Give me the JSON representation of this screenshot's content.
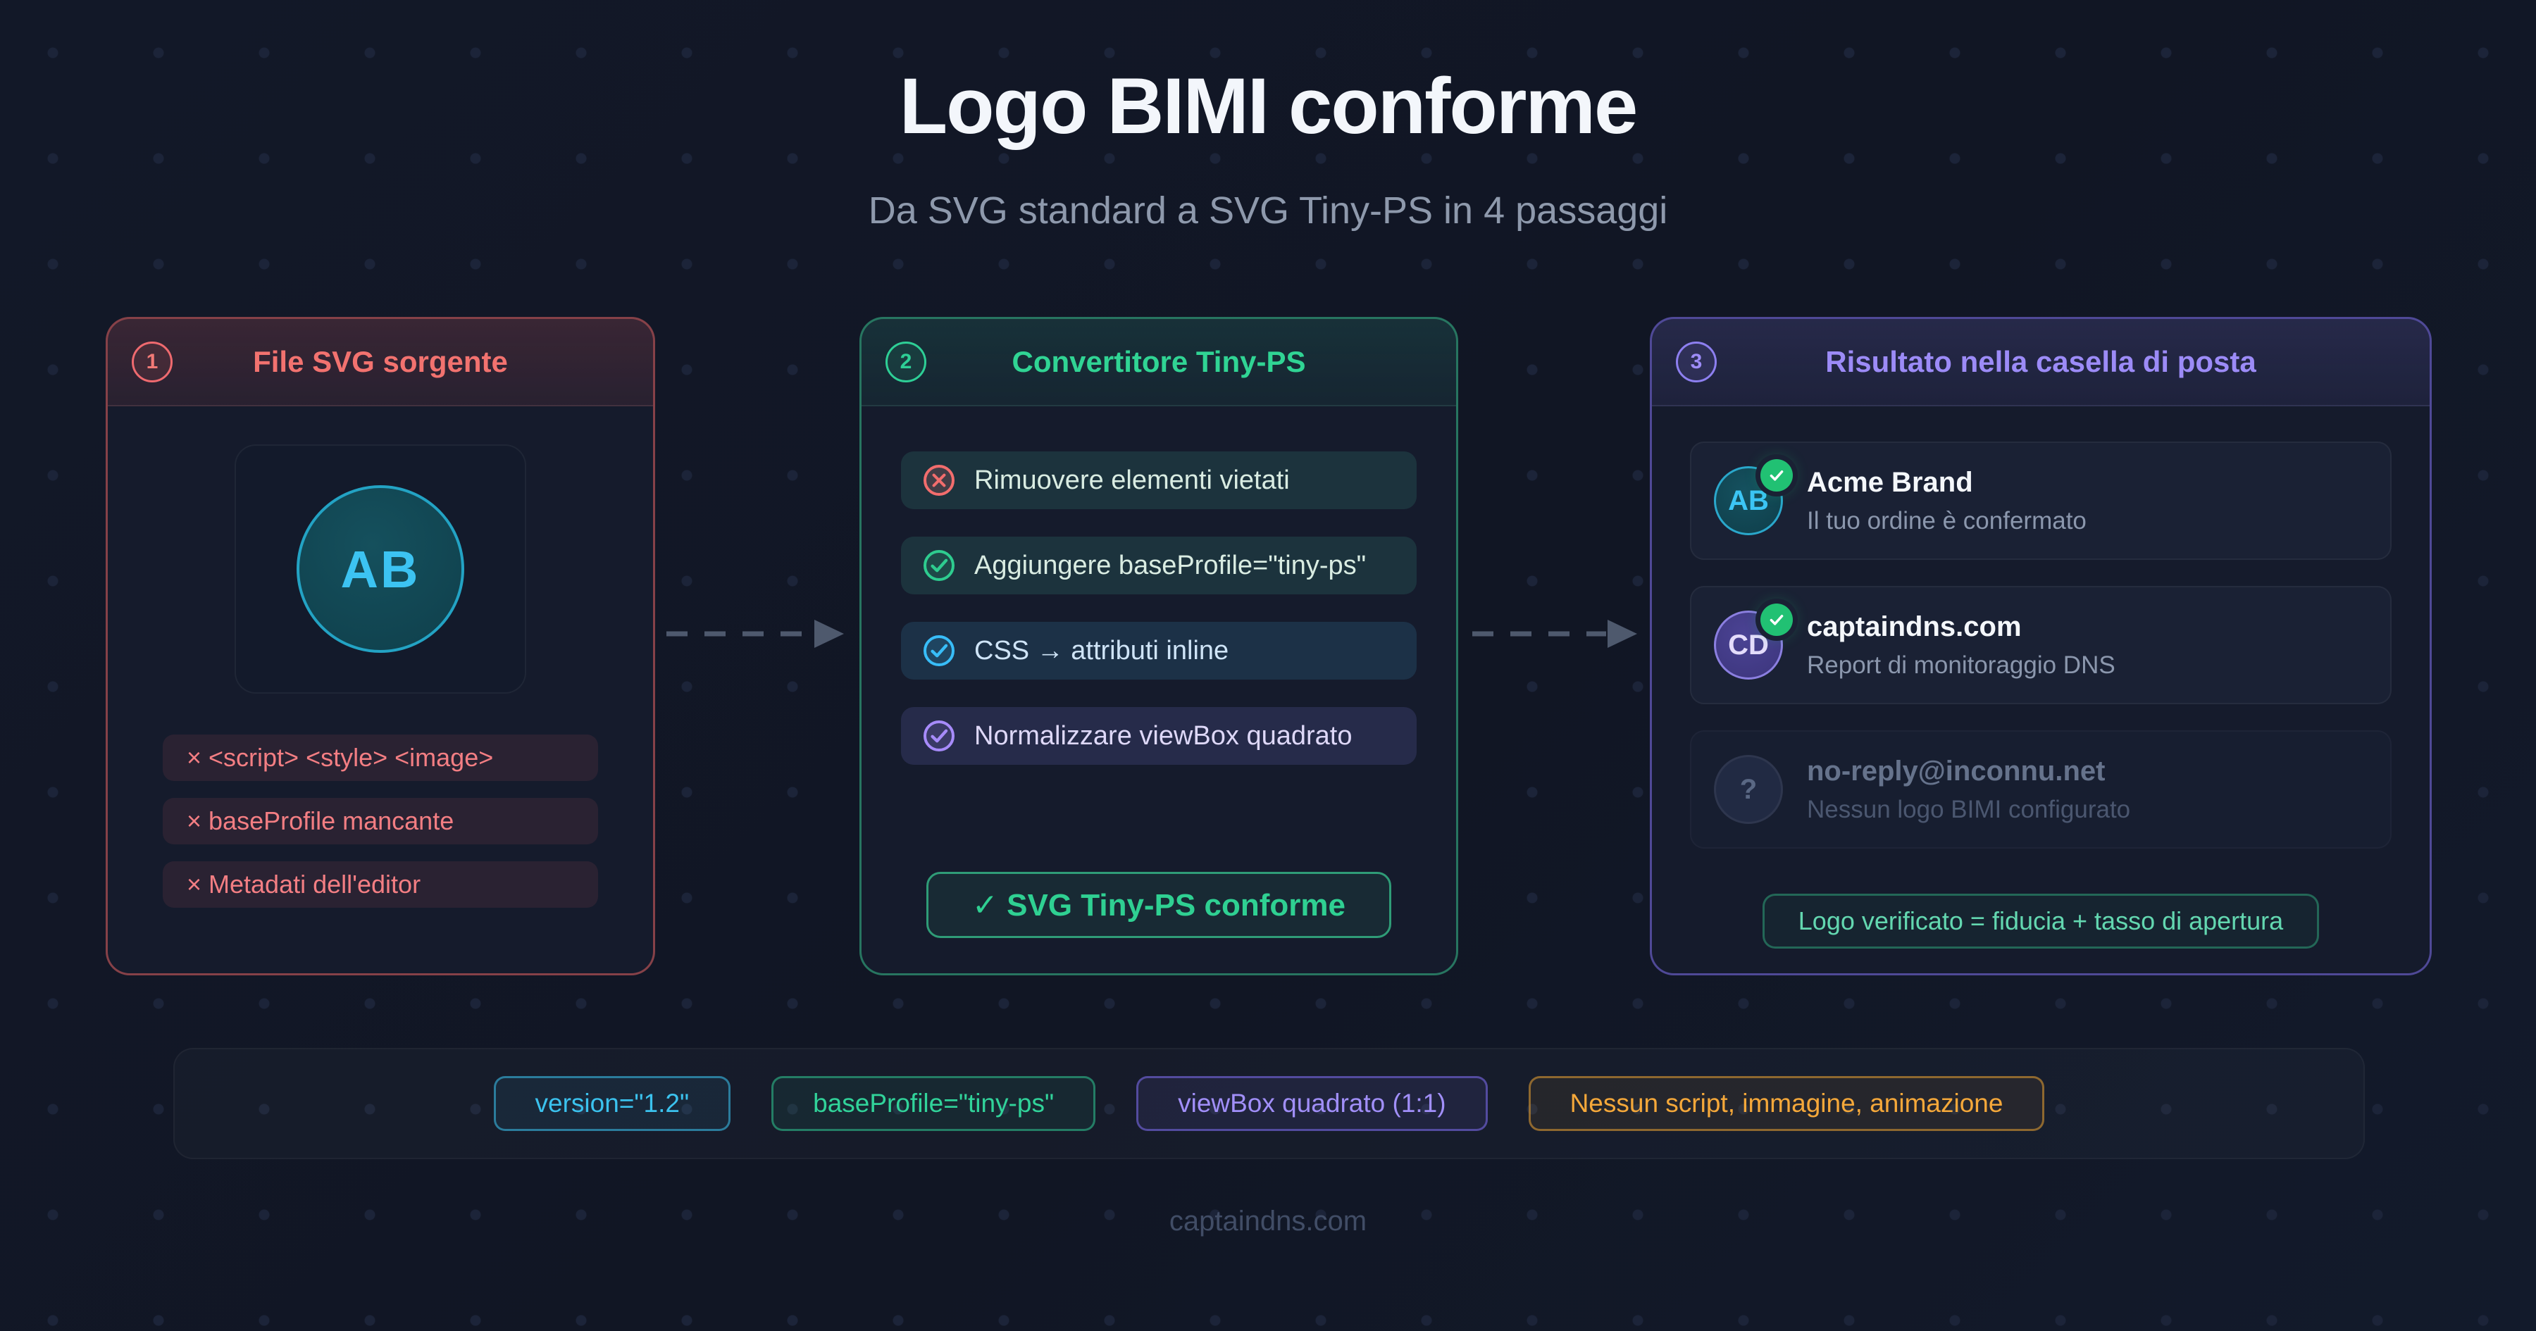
{
  "header": {
    "title": "Logo BIMI conforme",
    "subtitle": "Da SVG standard a SVG Tiny-PS in 4 passaggi"
  },
  "cards": {
    "source": {
      "step": "1",
      "title": "File SVG sorgente",
      "logo_text": "AB",
      "issues": [
        "× <script> <style> <image>",
        "× baseProfile mancante",
        "× Metadati dell'editor"
      ]
    },
    "converter": {
      "step": "2",
      "title": "Convertitore Tiny-PS",
      "steps": [
        {
          "icon": "x-circle-icon",
          "tone": "red",
          "label": "Rimuovere elementi vietati"
        },
        {
          "icon": "check-circle-icon",
          "tone": "green",
          "label": "Aggiungere baseProfile=\"tiny-ps\""
        },
        {
          "icon": "check-circle-icon",
          "tone": "blue",
          "label": "CSS → attributi inline"
        },
        {
          "icon": "check-circle-icon",
          "tone": "purple",
          "label": "Normalizzare viewBox quadrato"
        }
      ],
      "button_label": "✓ SVG Tiny-PS conforme"
    },
    "result": {
      "step": "3",
      "title": "Risultato nella casella di posta",
      "emails": [
        {
          "avatar": "AB",
          "verified": true,
          "name": "Acme Brand",
          "preview": "Il tuo ordine è confermato"
        },
        {
          "avatar": "CD",
          "verified": true,
          "name": "captaindns.com",
          "preview": "Report di monitoraggio DNS"
        },
        {
          "avatar": "?",
          "verified": false,
          "name": "no-reply@inconnu.net",
          "preview": "Nessun logo BIMI configurato"
        }
      ],
      "pill": "Logo verificato = fiducia + tasso di apertura"
    }
  },
  "badges": [
    {
      "tone": "cyan",
      "label": "version=\"1.2\""
    },
    {
      "tone": "green",
      "label": "baseProfile=\"tiny-ps\""
    },
    {
      "tone": "purple",
      "label": "viewBox quadrato (1:1)"
    },
    {
      "tone": "orange",
      "label": "Nessun script, immagine, animazione"
    }
  ],
  "footer": "captaindns.com",
  "colors": {
    "background": "#121726",
    "step1_accent": "#f2726f",
    "step2_accent": "#30d494",
    "step3_accent": "#9c8bf7",
    "cyan": "#3bc2ee",
    "green": "#31d39a",
    "purple": "#a18ff9",
    "orange": "#f5a83a",
    "verified_badge": "#21c173"
  }
}
